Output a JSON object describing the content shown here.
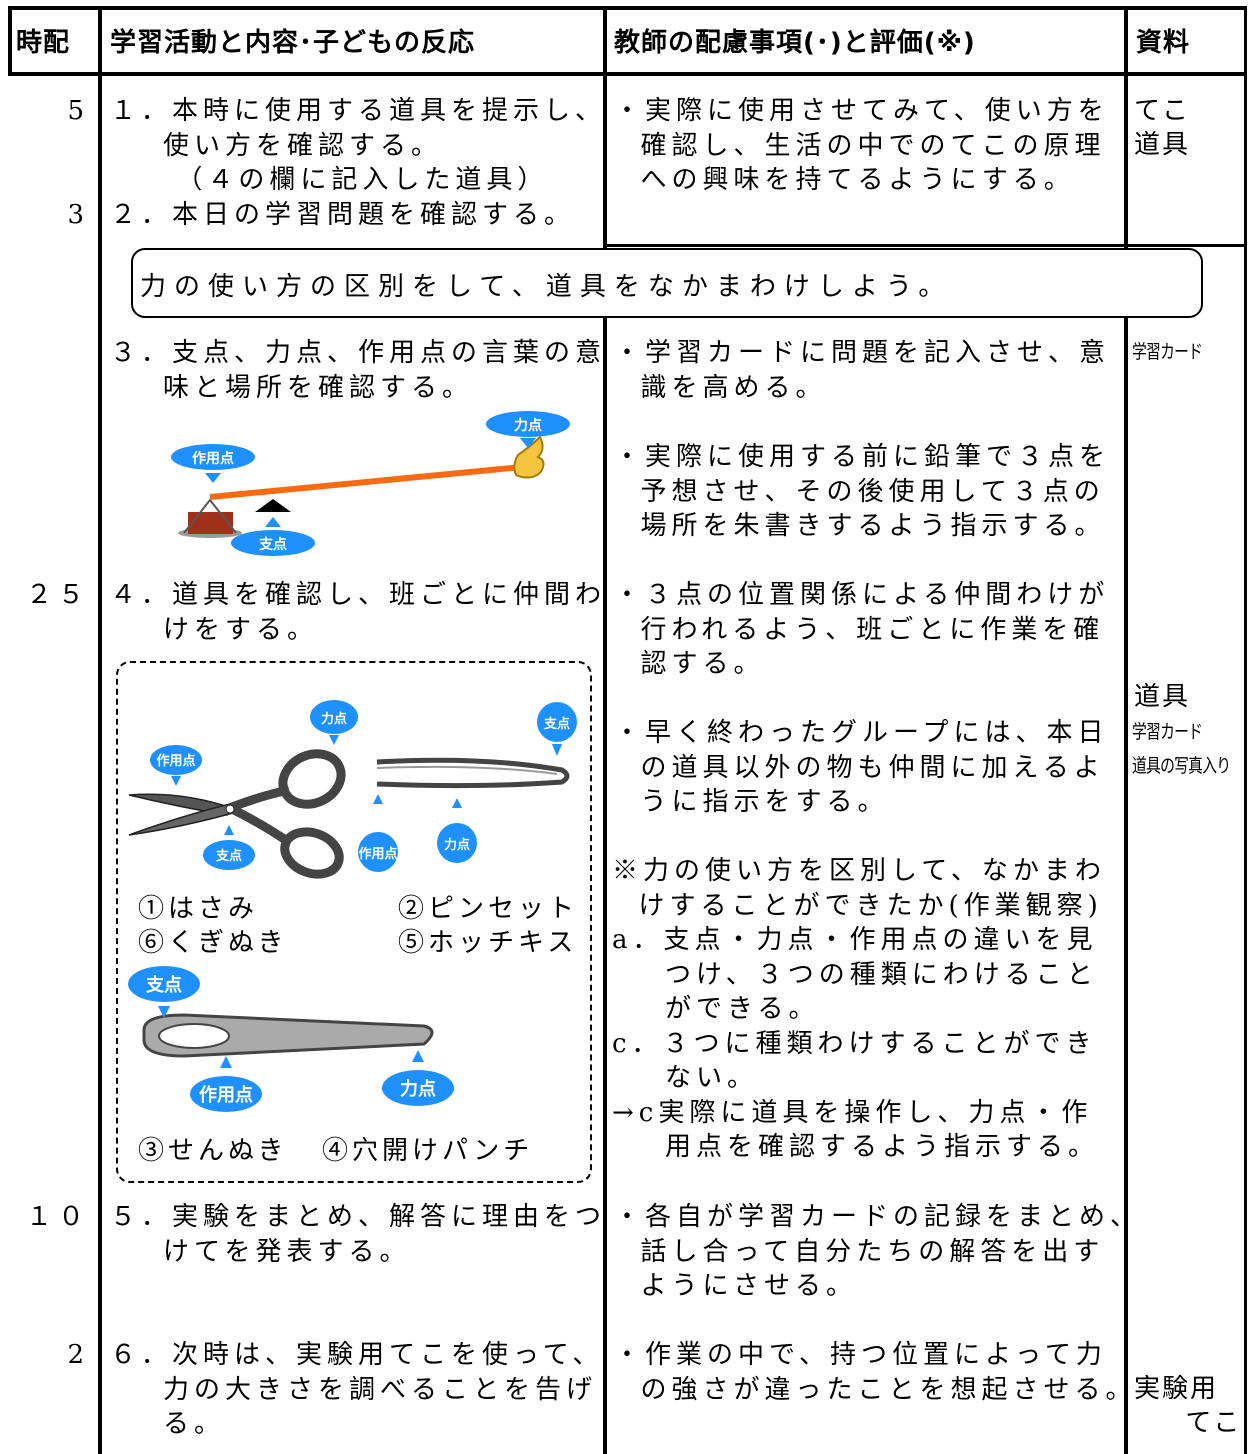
{
  "header": {
    "time": "時配",
    "activity": "学習活動と内容･子どもの反応",
    "teacher": "教師の配慮事項(･)と評価(※)",
    "materials": "資料"
  },
  "rows": [
    {
      "time": "5",
      "activity": "１．本時に使用する道具を提示し、\n    使い方を確認する。\n     （４の欄に記入した道具）"
    },
    {
      "time": "3",
      "activity": "２．本日の学習問題を確認する。"
    },
    {
      "activity": "３．支点、力点、作用点の言葉の意\n    味と場所を確認する。"
    },
    {
      "time": "２５",
      "activity": "４．道具を確認し、班ごとに仲間わ\n    けをする。"
    },
    {
      "time": "１０",
      "activity": "５．実験をまとめ、解答に理由をつ\n    けてを発表する。"
    },
    {
      "time": "2",
      "activity": "６．次時は、実験用てこを使って、\n    力の大きさを調べることを告げ\n    る。"
    }
  ],
  "problem": "力の使い方の区別をして、道具をなかまわけしよう。",
  "teacher_notes": [
    "・実際に使用させてみて、使い方を\n  確認し、生活の中でのてこの原理\n  への興味を持てるようにする。",
    "・学習カードに問題を記入させ、意\n  識を高める。",
    "・実際に使用する前に鉛筆で３点を\n  予想させ、その後使用して３点の\n  場所を朱書きするよう指示する。",
    "・３点の位置関係による仲間わけが\n  行われるよう、班ごとに作業を確\n  認する。",
    "・早く終わったグループには、本日\n  の道具以外の物も仲間に加えるよ\n  うに指示をする。",
    "※力の使い方を区別して、なかまわ\n  けすることができたか(作業観察)\na．支点・力点・作用点の違いを見\n    つけ、３つの種類にわけること\n    ができる。\nc．３つに種類わけすることができ\n    ない。\n→c実際に道具を操作し、力点・作\n    用点を確認するよう指示する。",
    "・各自が学習カードの記録をまとめ、\n  話し合って自分たちの解答を出す\n  ようにさせる。",
    "・作業の中で、持つ位置によって力\n  の強さが違ったことを想起させる。"
  ],
  "materials": {
    "r1": "てこ\n道具",
    "r3": "学習カード",
    "r4_a": "道具",
    "r4_b": "学習カード",
    "r4_c": "道具の写真入り",
    "r6": "実験用\n     てこ"
  },
  "figure_labels": {
    "effort": "力点",
    "load": "作用点",
    "fulcrum": "支点"
  },
  "tools": {
    "scissors": "①はさみ",
    "pliers": "⑥くぎぬき",
    "tweezers": "②ピンセット",
    "stapler": "⑤ホッチキス",
    "opener": "③せんぬき",
    "punch": "④穴開けパンチ"
  },
  "colors": {
    "badge_blue": "#1e90ff",
    "lever_orange": "#ff6a10",
    "load_brown": "#a0301a"
  }
}
